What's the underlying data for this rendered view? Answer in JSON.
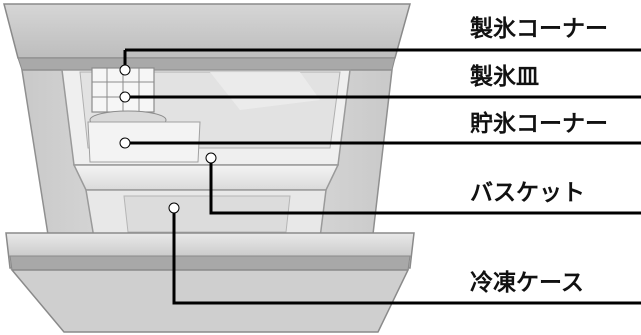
{
  "labels": {
    "ice_maker_corner": "製氷コーナー",
    "ice_tray": "製氷皿",
    "ice_storage_corner": "貯氷コーナー",
    "basket": "バスケット",
    "freezer_case": "冷凍ケース"
  }
}
